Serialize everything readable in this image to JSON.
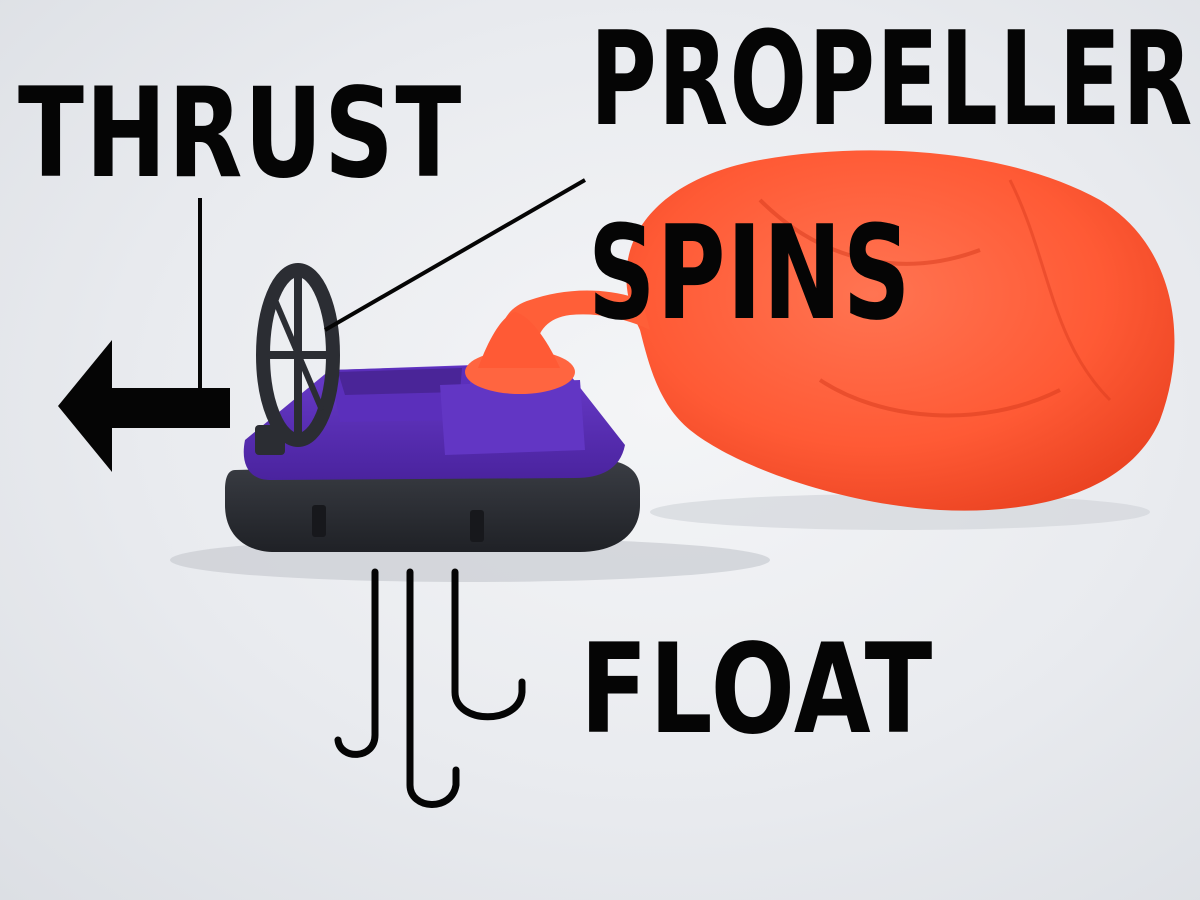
{
  "labels": {
    "thrust": "THRUST",
    "propeller": "PROPELLER",
    "spins": "SPINS",
    "float": "FLOAT"
  },
  "colors": {
    "hull_purple": "#5a2fb8",
    "skirt_black": "#2b2d33",
    "balloon_orange": "#ff5a35",
    "annotation_ink": "#050505",
    "background": "#eceef1"
  },
  "icons": {
    "thrust": "arrow-left-icon",
    "float": "air-flow-icon"
  }
}
